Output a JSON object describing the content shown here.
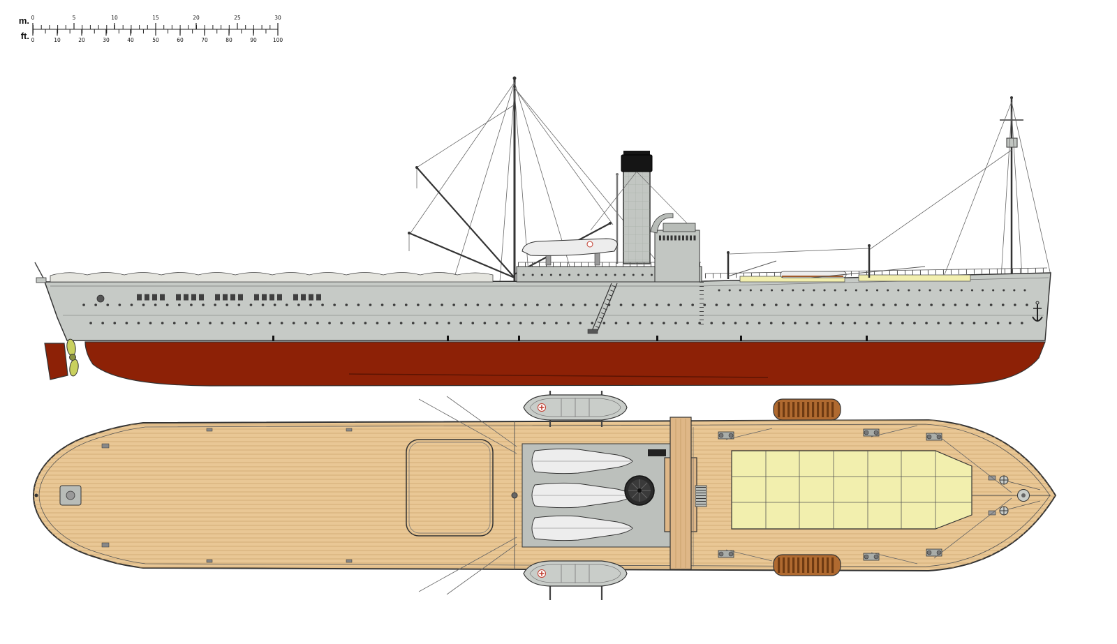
{
  "scale_ruler": {
    "meters_label": "m.",
    "feet_label": "ft.",
    "meter_ticks": [
      "0",
      "5",
      "10",
      "15",
      "20",
      "25",
      "30"
    ],
    "feet_ticks": [
      "0",
      "10",
      "20",
      "30",
      "40",
      "50",
      "60",
      "70",
      "80",
      "90",
      "100"
    ]
  },
  "colors": {
    "background": "#ffffff",
    "hull_side": "#c6cac6",
    "hull_bottom": "#8d2106",
    "superstructure": "#c2c6c2",
    "funnel_cap": "#151515",
    "awning": "#e4e4de",
    "boat": "#ededed",
    "lifeboat": "#c9cdc9",
    "propeller": "#c9d05e",
    "deck_plan": "#e9c795",
    "platform": "#bcc0bc",
    "hatch_cover": "#f2efae",
    "grating": "#b06a30"
  }
}
